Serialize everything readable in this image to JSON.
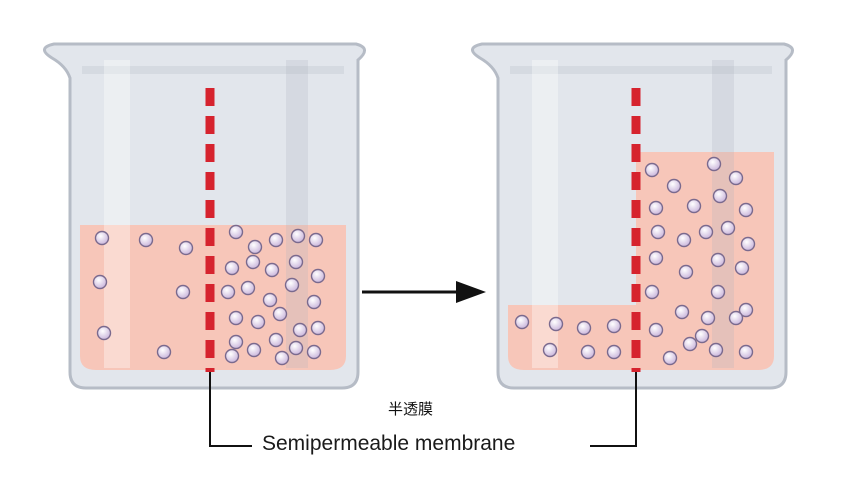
{
  "labels": {
    "chinese_caption": "半透膜",
    "membrane_label": "Semipermeable membrane"
  },
  "colors": {
    "solution_fill": "#f5c3b8",
    "membrane_red": "#d6232e",
    "beaker_glass": "#dde1e8",
    "beaker_outline": "#b6bcc6",
    "particle_fill": "#d9cbe6",
    "particle_stroke": "#7a6a8e",
    "arrow": "#111111"
  },
  "icons": [
    "beaker-icon",
    "solute-particle-icon",
    "membrane-dashed-line",
    "right-arrow-icon"
  ]
}
